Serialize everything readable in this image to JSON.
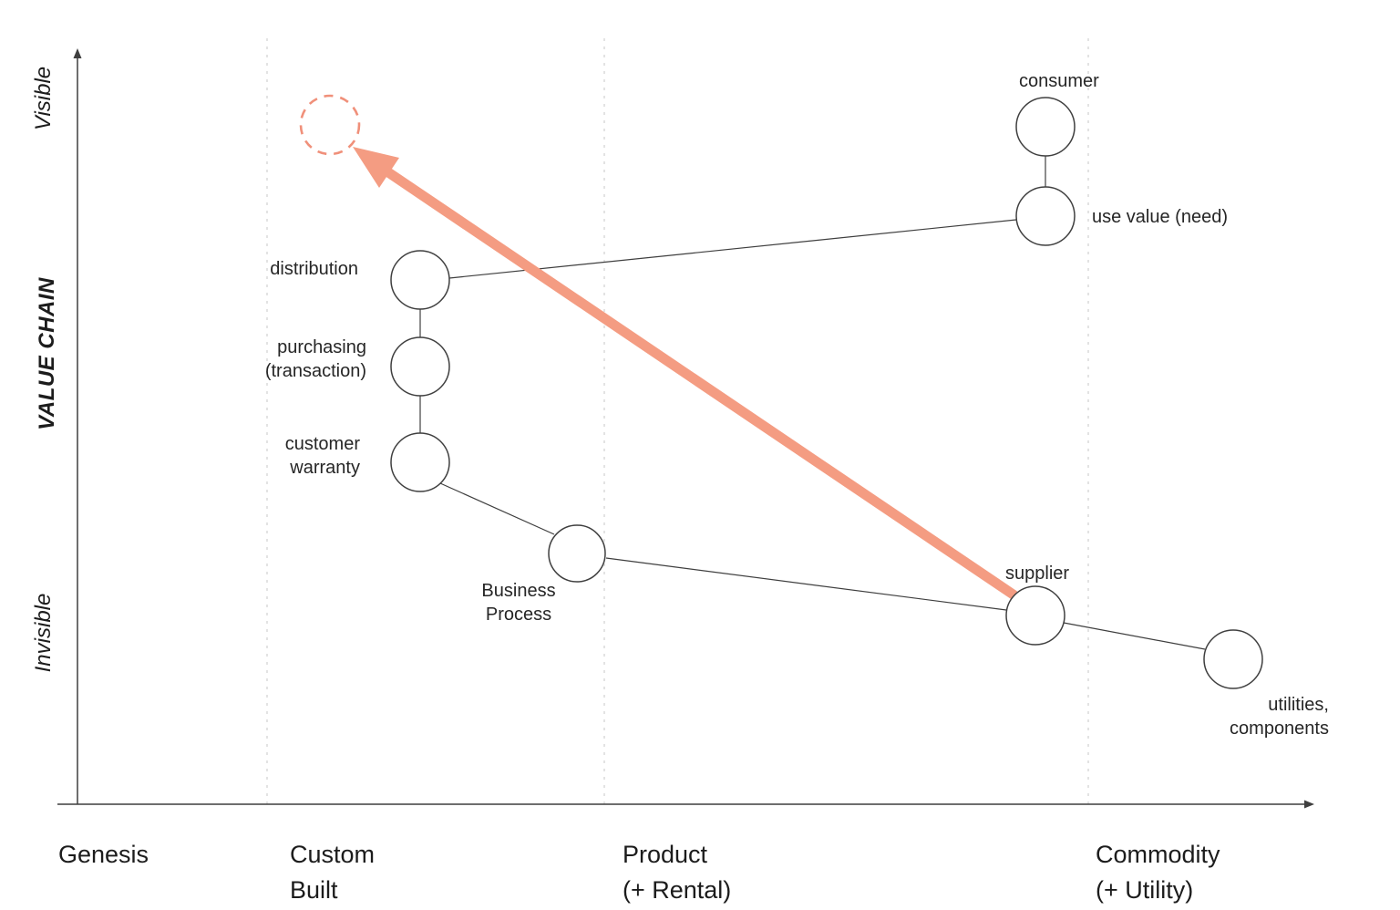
{
  "diagram": {
    "title": "wardley-map-value-chain",
    "y_axis": {
      "title": "VALUE CHAIN",
      "top_label": "Visible",
      "bottom_label": "Invisible"
    },
    "x_axis": {
      "stages": [
        {
          "line1": "Genesis",
          "line2": ""
        },
        {
          "line1": "Custom",
          "line2": "Built"
        },
        {
          "line1": "Product",
          "line2": "(+ Rental)"
        },
        {
          "line1": "Commodity",
          "line2": "(+ Utility)"
        }
      ]
    },
    "nodes": {
      "consumer": {
        "label": "consumer"
      },
      "use_value": {
        "label": "use value (need)"
      },
      "distribution": {
        "label": "distribution"
      },
      "purchasing": {
        "line1": "purchasing",
        "line2": "(transaction)"
      },
      "customer_warranty": {
        "line1": "customer",
        "line2": "warranty"
      },
      "business_process": {
        "line1": "Business",
        "line2": "Process"
      },
      "supplier": {
        "label": "supplier"
      },
      "utilities": {
        "line1": "utilities,",
        "line2": "components"
      }
    },
    "colors": {
      "accent": "#F49C82",
      "accent_dashed_circle": "#F0907A",
      "line": "#3f3f3f",
      "grid": "#d4d4d4",
      "text": "#262626"
    }
  }
}
